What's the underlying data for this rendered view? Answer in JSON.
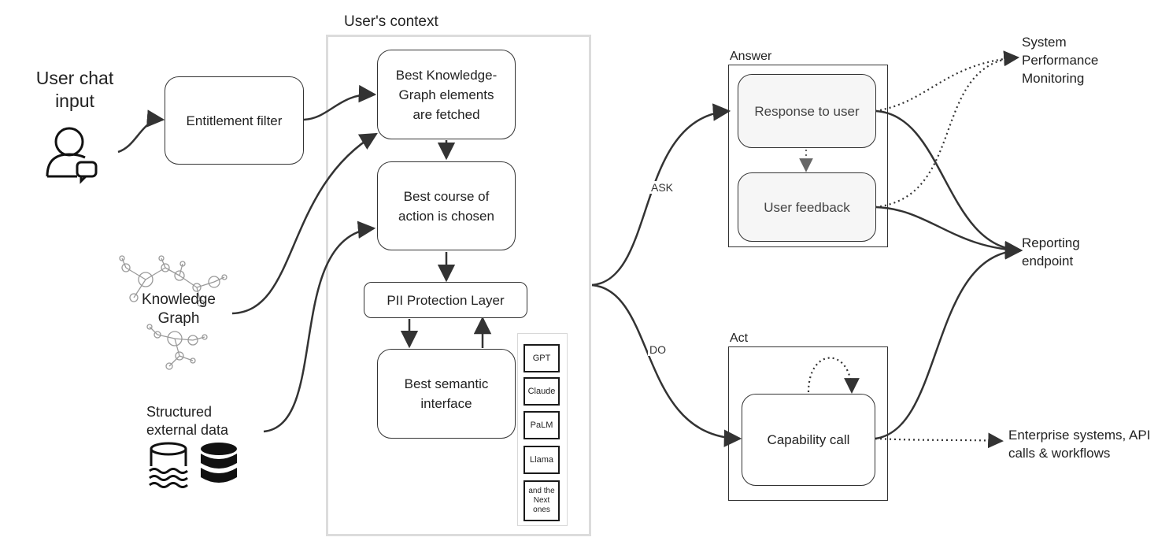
{
  "context": {
    "title": "User's context"
  },
  "inputs": {
    "user_chat": "User chat input",
    "knowledge_graph": "Knowledge Graph",
    "structured_data": "Structured external data"
  },
  "nodes": {
    "entitlement": "Entitlement filter",
    "kg_fetch": "Best Knowledge-Graph elements are fetched",
    "course": "Best course of action is chosen",
    "pii": "PII Protection Layer",
    "semantic": "Best semantic interface",
    "response": "Response to user",
    "feedback": "User feedback",
    "capability": "Capability call"
  },
  "models": [
    "GPT",
    "Claude",
    "PaLM",
    "Llama",
    "and the Next ones"
  ],
  "groups": {
    "answer": "Answer",
    "act": "Act"
  },
  "edges": {
    "ask": "ASK",
    "do": "DO"
  },
  "outputs": {
    "monitoring": "System Performance Monitoring",
    "reporting": "Reporting endpoint",
    "enterprise": "Enterprise systems, API calls & workflows"
  }
}
